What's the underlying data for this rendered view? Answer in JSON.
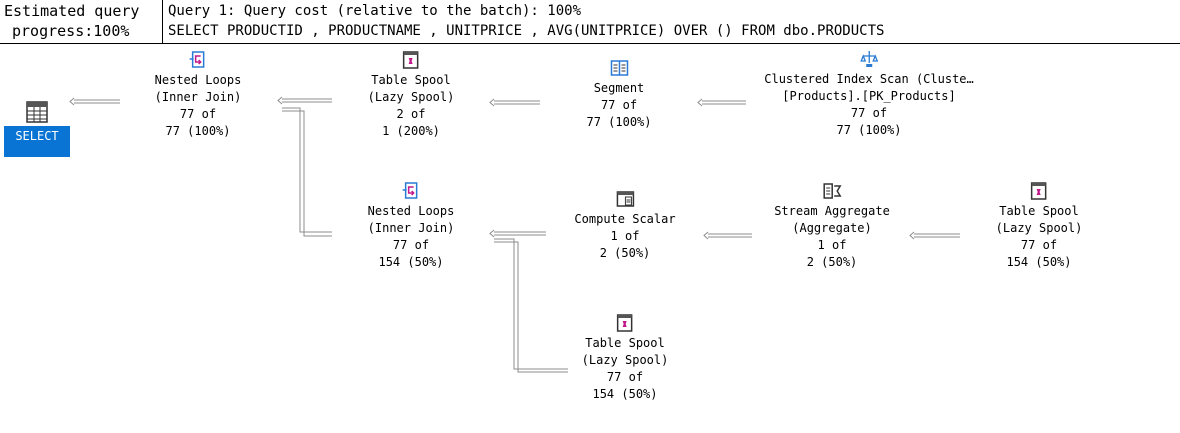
{
  "header": {
    "progress_line1": "Estimated query",
    "progress_line2": "progress:100%",
    "query_title": "Query 1: Query cost (relative to the batch): 100%",
    "query_sql": "SELECT PRODUCTID , PRODUCTNAME , UNITPRICE , AVG(UNITPRICE) OVER () FROM dbo.PRODUCTS"
  },
  "nodes": {
    "select": {
      "label": "SELECT",
      "icon": "select-result-icon"
    },
    "nested_loops_1": {
      "line1": "Nested Loops",
      "line2": "(Inner Join)",
      "line3": "77 of",
      "line4": "77 (100%)",
      "icon": "nested-loops-icon"
    },
    "table_spool_1": {
      "line1": "Table Spool",
      "line2": "(Lazy Spool)",
      "line3": "2 of",
      "line4": "1 (200%)",
      "icon": "table-spool-icon"
    },
    "segment": {
      "line1": "Segment",
      "line2": "77 of",
      "line3": "77 (100%)",
      "icon": "segment-icon"
    },
    "clustered_index_scan": {
      "line1": "Clustered Index Scan (Cluste…",
      "line2": "[Products].[PK_Products]",
      "line3": "77 of",
      "line4": "77 (100%)",
      "icon": "clustered-index-scan-icon"
    },
    "nested_loops_2": {
      "line1": "Nested Loops",
      "line2": "(Inner Join)",
      "line3": "77 of",
      "line4": "154 (50%)",
      "icon": "nested-loops-icon"
    },
    "compute_scalar": {
      "line1": "Compute Scalar",
      "line2": "1 of",
      "line3": "2 (50%)",
      "icon": "compute-scalar-icon"
    },
    "stream_aggregate": {
      "line1": "Stream Aggregate",
      "line2": "(Aggregate)",
      "line3": "1 of",
      "line4": "2 (50%)",
      "icon": "stream-aggregate-icon"
    },
    "table_spool_2": {
      "line1": "Table Spool",
      "line2": "(Lazy Spool)",
      "line3": "77 of",
      "line4": "154 (50%)",
      "icon": "table-spool-icon"
    },
    "table_spool_3": {
      "line1": "Table Spool",
      "line2": "(Lazy Spool)",
      "line3": "77 of",
      "line4": "154 (50%)",
      "icon": "table-spool-icon"
    }
  },
  "colors": {
    "select_highlight": "#0a74d4",
    "connector": "#8c8c8c",
    "icon_blue": "#2a7ad4",
    "icon_pink": "#c2188b"
  }
}
